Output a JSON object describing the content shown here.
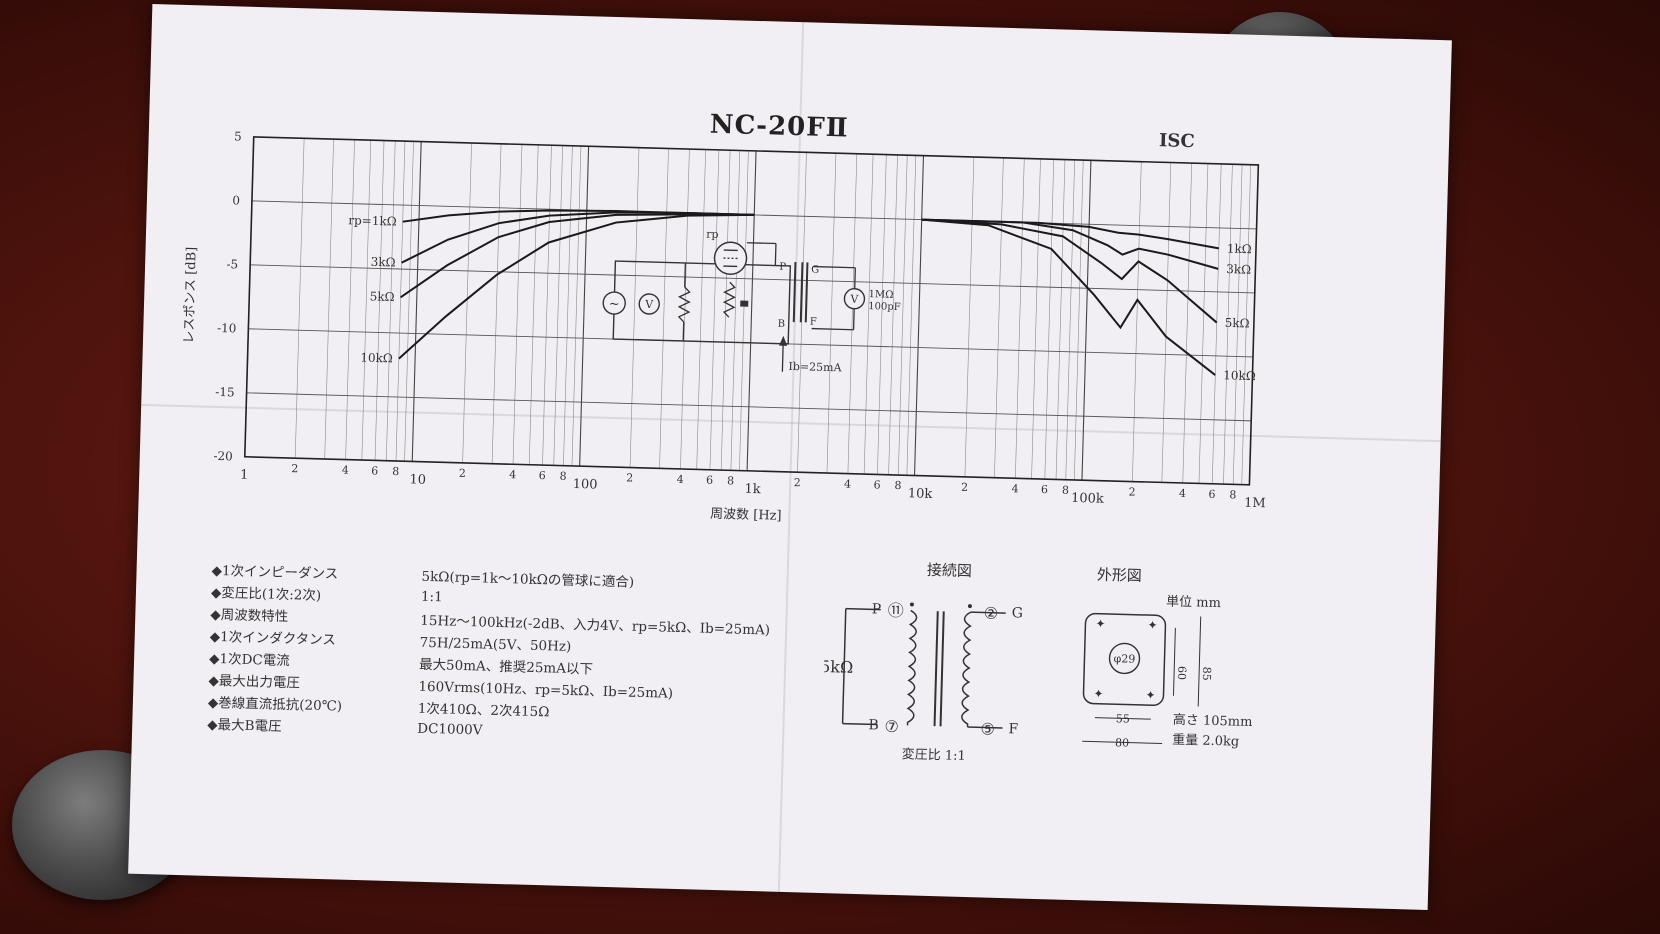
{
  "sheet": {
    "title": "NC-20FⅡ",
    "logo_partial": "ISC"
  },
  "chart_data": {
    "type": "line",
    "title": "NC-20FⅡ",
    "xlabel": "周波数 [Hz]",
    "ylabel": "レスポンス [dB]",
    "xscale": "log",
    "xlim": [
      1,
      1000000
    ],
    "ylim": [
      -20,
      5
    ],
    "grid": true,
    "y_ticks": [
      "5",
      "0",
      "-5",
      "-10",
      "-15",
      "-20"
    ],
    "x_decade_labels": [
      "1",
      "10",
      "100",
      "1k",
      "10k",
      "100k",
      "1M"
    ],
    "x_minor_labels": [
      "2",
      "4",
      "6",
      "8"
    ],
    "low_series": [
      {
        "name": "rp=1kΩ",
        "points": [
          [
            8,
            -1.3
          ],
          [
            15,
            -0.7
          ],
          [
            30,
            -0.3
          ],
          [
            60,
            -0.1
          ],
          [
            150,
            0
          ],
          [
            1000,
            0
          ]
        ]
      },
      {
        "name": "3kΩ",
        "points": [
          [
            8,
            -4.5
          ],
          [
            15,
            -2.6
          ],
          [
            30,
            -1.2
          ],
          [
            60,
            -0.5
          ],
          [
            150,
            -0.1
          ],
          [
            400,
            0
          ],
          [
            1000,
            0
          ]
        ]
      },
      {
        "name": "5kΩ",
        "points": [
          [
            8,
            -7.2
          ],
          [
            15,
            -4.6
          ],
          [
            30,
            -2.3
          ],
          [
            60,
            -1.0
          ],
          [
            150,
            -0.3
          ],
          [
            400,
            -0.1
          ],
          [
            1000,
            0
          ]
        ]
      },
      {
        "name": "10kΩ",
        "points": [
          [
            8,
            -12
          ],
          [
            15,
            -8.6
          ],
          [
            30,
            -5.2
          ],
          [
            60,
            -2.6
          ],
          [
            150,
            -0.9
          ],
          [
            400,
            -0.2
          ],
          [
            1000,
            0
          ]
        ]
      }
    ],
    "high_series": [
      {
        "name": "1kΩ",
        "points": [
          [
            10000,
            0
          ],
          [
            50000,
            0
          ],
          [
            100000,
            -0.2
          ],
          [
            150000,
            -0.6
          ],
          [
            200000,
            -0.7
          ],
          [
            300000,
            -1.0
          ],
          [
            600000,
            -1.6
          ]
        ]
      },
      {
        "name": "3kΩ",
        "points": [
          [
            10000,
            0
          ],
          [
            40000,
            0
          ],
          [
            80000,
            -0.5
          ],
          [
            130000,
            -1.6
          ],
          [
            160000,
            -2.3
          ],
          [
            200000,
            -1.8
          ],
          [
            300000,
            -2.2
          ],
          [
            600000,
            -3.2
          ]
        ]
      },
      {
        "name": "5kΩ",
        "points": [
          [
            10000,
            0
          ],
          [
            30000,
            -0.2
          ],
          [
            70000,
            -1.0
          ],
          [
            120000,
            -3.0
          ],
          [
            160000,
            -4.2
          ],
          [
            200000,
            -2.8
          ],
          [
            300000,
            -4.2
          ],
          [
            600000,
            -7.4
          ]
        ]
      },
      {
        "name": "10kΩ",
        "points": [
          [
            10000,
            0
          ],
          [
            25000,
            -0.3
          ],
          [
            60000,
            -2.0
          ],
          [
            110000,
            -5.5
          ],
          [
            160000,
            -8.0
          ],
          [
            200000,
            -5.8
          ],
          [
            300000,
            -8.6
          ],
          [
            600000,
            -11.5
          ]
        ]
      }
    ],
    "inset_labels": {
      "rp": "rp",
      "p": "P",
      "b": "B",
      "g": "G",
      "f": "F",
      "load": "1MΩ",
      "cap": "100pF",
      "bias": "Ib=25mA",
      "v": "V",
      "src": "~"
    }
  },
  "specs": [
    {
      "label": "◆1次インピーダンス",
      "value": "5kΩ(rp=1k〜10kΩの管球に適合)"
    },
    {
      "label": "◆変圧比(1次:2次)",
      "value": "1:1"
    },
    {
      "label": "◆周波数特性",
      "value": "15Hz〜100kHz(-2dB、入力4V、rp=5kΩ、Ib=25mA)"
    },
    {
      "label": "◆1次インダクタンス",
      "value": "75H/25mA(5V、50Hz)"
    },
    {
      "label": "◆1次DC電流",
      "value": "最大50mA、推奨25mA以下"
    },
    {
      "label": "◆最大出力電圧",
      "value": "160Vrms(10Hz、rp=5kΩ、Ib=25mA)"
    },
    {
      "label": "◆巻線直流抵抗(20℃)",
      "value": "1次410Ω、2次415Ω"
    },
    {
      "label": "◆最大B電圧",
      "value": "DC1000V"
    }
  ],
  "connection": {
    "title": "接続図",
    "impedance": "5kΩ",
    "p": "P",
    "b": "B",
    "g": "G",
    "f": "F",
    "pin_p": "⑪",
    "pin_b": "⑦",
    "pin_g": "②",
    "pin_f": "⑤",
    "ratio": "変圧比 1:1"
  },
  "outline": {
    "title": "外形図",
    "unit": "単位 mm",
    "dia": "φ29",
    "d60": "60",
    "d85": "85",
    "d55": "55",
    "d80": "80",
    "height": "高さ 105mm",
    "weight": "重量 2.0kg"
  }
}
